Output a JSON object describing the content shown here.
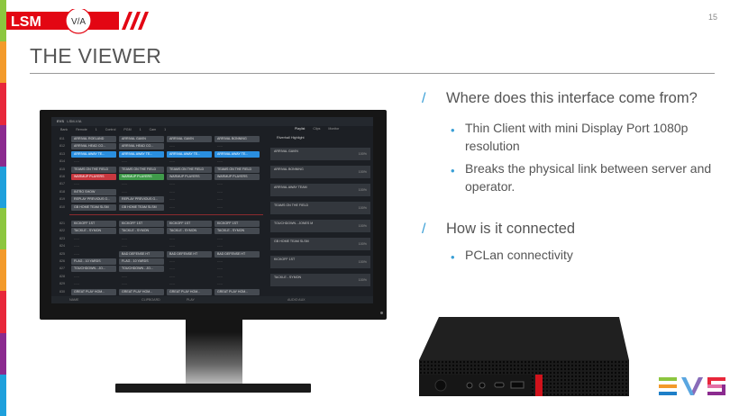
{
  "colors": {
    "stripes": [
      "#8cc63f",
      "#f39a2b",
      "#e8273a",
      "#8b2b8f",
      "#1ea0dc",
      "#8cc63f",
      "#f39a2b",
      "#e8273a",
      "#8b2b8f",
      "#1ea0dc"
    ],
    "accent": "#3a9fd6",
    "brand_red": "#e30613"
  },
  "logo": {
    "left": "LSM",
    "right": "V/A"
  },
  "page_number": "15",
  "title": "THE VIEWER",
  "sections": [
    {
      "heading": "Where does this interface come from?",
      "bullets": [
        "Thin Client with mini Display Port 1080p resolution",
        "Breaks the physical link between server and operator."
      ]
    },
    {
      "heading": "How is it connected",
      "bullets": [
        "PCLan connectivity"
      ]
    }
  ],
  "screen": {
    "app": "EVS",
    "tab": "LSM-VIA",
    "toolbar": [
      "Bank",
      "Remote 1",
      "Control PGM 1",
      "Cam 1"
    ],
    "panel_tabs": [
      "Playlist",
      "Clips",
      "Monitor"
    ],
    "playlist_title": "Riverhall Highlight",
    "rows": [
      {
        "id": "811",
        "cells": [
          [
            "clip",
            "ARRIVAL ROELAND"
          ],
          [
            "clip",
            "ARRIVAL GAVIN"
          ],
          [
            "clip",
            "ARRIVAL GAVIN"
          ],
          [
            "clip",
            "ARRIVAL BONNING"
          ]
        ]
      },
      {
        "id": "812",
        "cells": [
          [
            "clip",
            "ARRIVAL HEAD CO..."
          ],
          [
            "clip",
            "ARRIVAL HEAD CO..."
          ],
          [
            "empty",
            "-----"
          ],
          [
            "empty",
            "-----"
          ]
        ]
      },
      {
        "id": "813",
        "cells": [
          [
            "blue",
            "ARRIVAL AWAY TE..."
          ],
          [
            "blue",
            "ARRIVAL AWAY TE..."
          ],
          [
            "blue",
            "ARRIVAL AWAY TE..."
          ],
          [
            "blue",
            "ARRIVAL AWAY TE..."
          ]
        ]
      },
      {
        "id": "814",
        "cells": [
          [
            "empty",
            "-----"
          ],
          [
            "empty",
            "-----"
          ],
          [
            "empty",
            "-----"
          ],
          [
            "empty",
            "-----"
          ]
        ]
      },
      {
        "id": "815",
        "cells": [
          [
            "clip",
            "TEAMS ON THE FIELD"
          ],
          [
            "clip",
            "TEAMS ON THE FIELD"
          ],
          [
            "clip",
            "TEAMS ON THE FIELD"
          ],
          [
            "clip",
            "TEAMS ON THE FIELD"
          ]
        ]
      },
      {
        "id": "816",
        "cells": [
          [
            "red",
            "WARMUP PLAYERS"
          ],
          [
            "green",
            "WARMUP PLAYERS"
          ],
          [
            "clip",
            "WARMUP PLAYERS"
          ],
          [
            "clip",
            "WARMUP PLAYERS"
          ]
        ]
      },
      {
        "id": "817",
        "cells": [
          [
            "empty",
            "-----"
          ],
          [
            "empty",
            "-----"
          ],
          [
            "empty",
            "-----"
          ],
          [
            "empty",
            "-----"
          ]
        ]
      },
      {
        "id": "818",
        "cells": [
          [
            "clip",
            "INTRO SHOW"
          ],
          [
            "empty",
            "-----"
          ],
          [
            "empty",
            "-----"
          ],
          [
            "empty",
            "-----"
          ]
        ]
      },
      {
        "id": "819",
        "cells": [
          [
            "clip",
            "REPLAY PREVIOUS G..."
          ],
          [
            "clip",
            "REPLAY PREVIOUS G..."
          ],
          [
            "empty",
            "-----"
          ],
          [
            "empty",
            "-----"
          ]
        ]
      },
      {
        "id": "810",
        "cells": [
          [
            "clip",
            "GB HOME TEAM SLSM"
          ],
          [
            "clip",
            "GB HOME TEAM SLSM"
          ],
          [
            "empty",
            "-----"
          ],
          [
            "empty",
            "-----"
          ]
        ]
      },
      {
        "id": "821",
        "cells": [
          [
            "clip",
            "KICKOFF 1ST"
          ],
          [
            "clip",
            "KICKOFF 1ST"
          ],
          [
            "clip",
            "KICKOFF 1ST"
          ],
          [
            "clip",
            "KICKOFF 1ST"
          ]
        ]
      },
      {
        "id": "822",
        "cells": [
          [
            "clip",
            "TACKLE - SYMON"
          ],
          [
            "clip",
            "TACKLE - SYMON"
          ],
          [
            "clip",
            "TACKLE - SYMON"
          ],
          [
            "clip",
            "TACKLE - SYMON"
          ]
        ]
      },
      {
        "id": "823",
        "cells": [
          [
            "empty",
            "-----"
          ],
          [
            "empty",
            "-----"
          ],
          [
            "empty",
            "-----"
          ],
          [
            "empty",
            "-----"
          ]
        ]
      },
      {
        "id": "824",
        "cells": [
          [
            "empty",
            "-----"
          ],
          [
            "empty",
            "-----"
          ],
          [
            "empty",
            "-----"
          ],
          [
            "empty",
            "-----"
          ]
        ]
      },
      {
        "id": "825",
        "cells": [
          [
            "empty",
            "-----"
          ],
          [
            "clip",
            "BAD DEFENSE HT"
          ],
          [
            "clip",
            "BAD DEFENSE HT"
          ],
          [
            "clip",
            "BAD DEFENSE HT"
          ]
        ]
      },
      {
        "id": "826",
        "cells": [
          [
            "clip",
            "FLAG - 10 YARDS"
          ],
          [
            "clip",
            "FLAG - 10 YARDS"
          ],
          [
            "empty",
            "-----"
          ],
          [
            "empty",
            "-----"
          ]
        ]
      },
      {
        "id": "827",
        "cells": [
          [
            "clip",
            "TOUCHDOWN - JO..."
          ],
          [
            "clip",
            "TOUCHDOWN - JO..."
          ],
          [
            "empty",
            "-----"
          ],
          [
            "empty",
            "-----"
          ]
        ]
      },
      {
        "id": "828",
        "cells": [
          [
            "empty",
            "-----"
          ],
          [
            "empty",
            "-----"
          ],
          [
            "empty",
            "-----"
          ],
          [
            "empty",
            "-----"
          ]
        ]
      },
      {
        "id": "829",
        "cells": [
          [
            "empty",
            "-----"
          ],
          [
            "empty",
            "-----"
          ],
          [
            "empty",
            "-----"
          ],
          [
            "empty",
            "-----"
          ]
        ]
      },
      {
        "id": "830",
        "cells": [
          [
            "clip",
            "GREAT PLAY HOM..."
          ],
          [
            "clip",
            "GREAT PLAY HOM..."
          ],
          [
            "clip",
            "GREAT PLAY HOM..."
          ],
          [
            "clip",
            "GREAT PLAY HOM..."
          ]
        ]
      }
    ],
    "playlist": [
      "ARRIVAL GAVIN",
      "ARRIVAL BONNING",
      "ARRIVAL AWAY TEAM",
      "TEAMS ON THE FIELD",
      "TOUCHDOWN - JONES M",
      "GB HOME TEAM SLSM",
      "KICKOFF 1ST",
      "TACKLE - SYMON"
    ],
    "playlist_speed": "100%",
    "footer_left": "NAME",
    "footer_mid": "CLIPBOARD",
    "footer_right": "PLAY",
    "aux": "AUDIO AUX"
  },
  "evs_logo": "EVS"
}
